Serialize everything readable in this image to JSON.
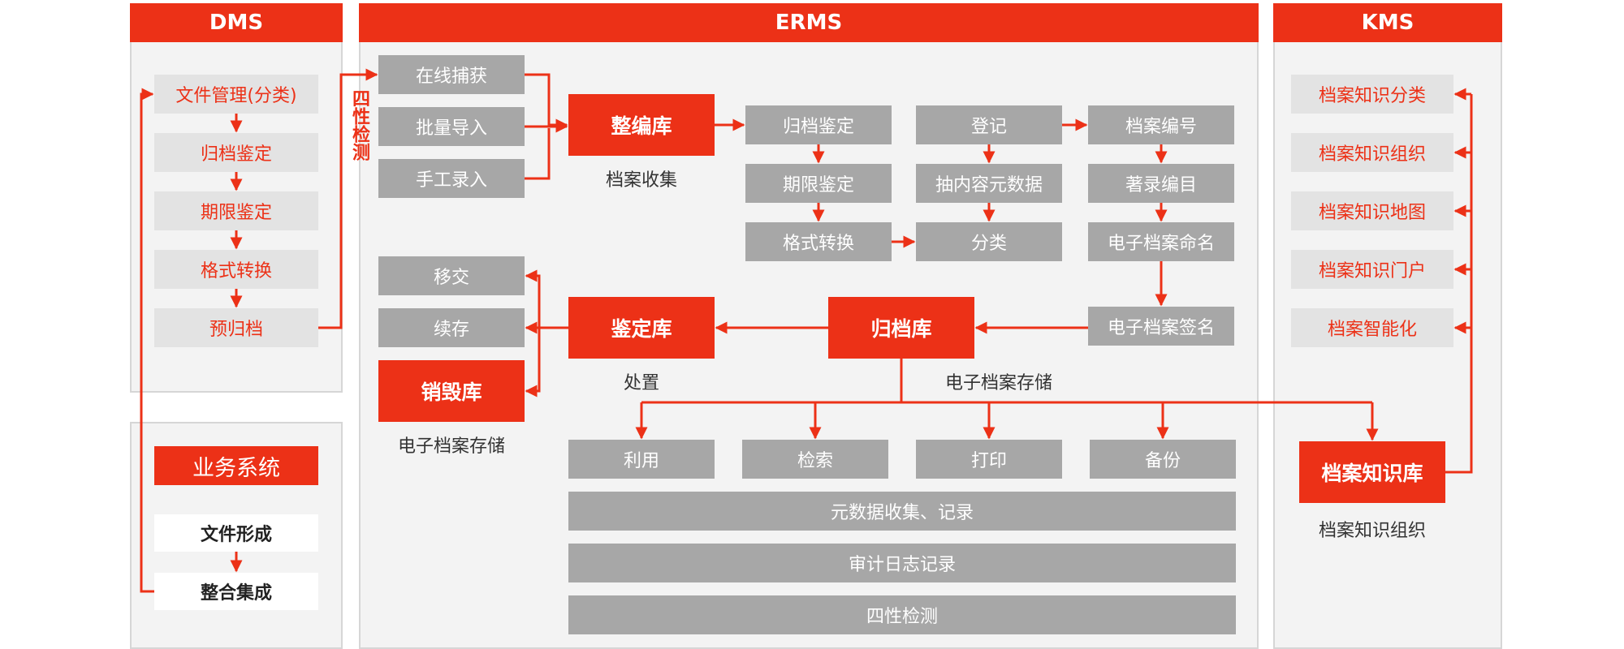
{
  "dms": {
    "title": "DMS",
    "steps": [
      "文件管理(分类)",
      "归档鉴定",
      "期限鉴定",
      "格式转换",
      "预归档"
    ]
  },
  "business": {
    "title": "业务系统",
    "steps": [
      "文件形成",
      "整合集成"
    ]
  },
  "erms": {
    "title": "ERMS",
    "four_checks": "四性检测",
    "inputs": [
      "在线捕获",
      "批量导入",
      "手工录入"
    ],
    "compile_lib": "整编库",
    "compile_caption": "档案收集",
    "appraisal_col": [
      "归档鉴定",
      "期限鉴定",
      "格式转换"
    ],
    "register_col": [
      "登记",
      "抽内容元数据",
      "分类"
    ],
    "number_col": [
      "档案编号",
      "著录编目",
      "电子档案命名",
      "电子档案签名"
    ],
    "archive_lib": "归档库",
    "archive_caption": "电子档案存储",
    "appraise_lib": "鉴定库",
    "appraise_caption": "处置",
    "dispose_items": [
      "移交",
      "续存"
    ],
    "destroy_lib": "销毁库",
    "destroy_caption": "电子档案存储",
    "usage": [
      "利用",
      "检索",
      "打印",
      "备份"
    ],
    "bars": [
      "元数据收集、记录",
      "审计日志记录",
      "四性检测"
    ]
  },
  "kms": {
    "title": "KMS",
    "items": [
      "档案知识分类",
      "档案知识组织",
      "档案知识地图",
      "档案知识门户",
      "档案智能化"
    ],
    "lib": "档案知识库",
    "caption": "档案知识组织"
  },
  "colors": {
    "accent": "#ec3117",
    "gray_box": "#a7a7a7",
    "light_box": "#e3e3e3",
    "panel_bg": "#f3f3f3"
  }
}
